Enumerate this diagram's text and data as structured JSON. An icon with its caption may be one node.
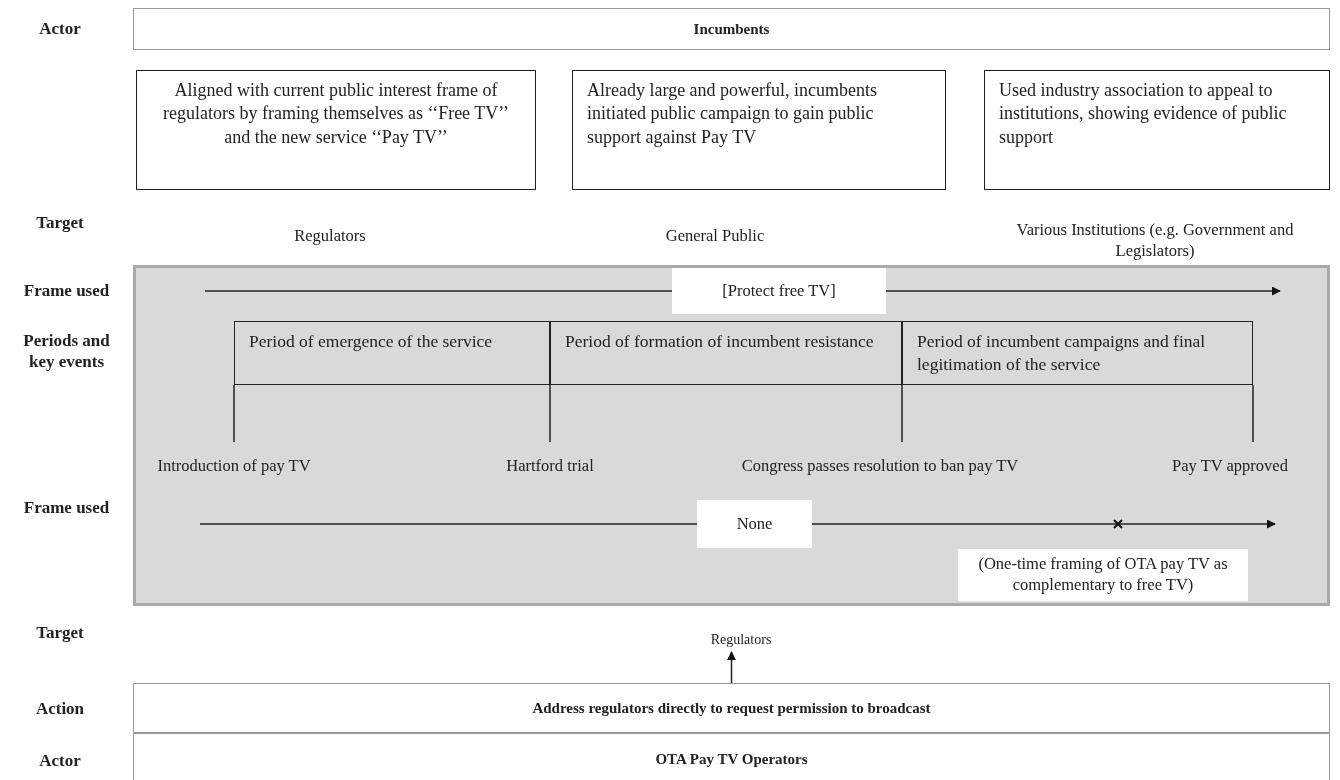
{
  "diagram": {
    "nodes": [
      {
        "text": [
          "Incumbents"
        ]
      },
      {
        "text": [
          "Aligned with current public interest frame of regulators by framing themselves as ‘‘Free TV’’ and the new service ‘‘Pay TV’’"
        ]
      },
      {
        "text": [
          "Already large and powerful, incumbents initiated public campaign to gain public support against Pay TV"
        ]
      },
      {
        "text": [
          "Used industry association to appeal to institutions, showing evidence of public support"
        ]
      },
      {
        "text": [],
        "shape": "box"
      },
      {
        "text": [
          "[Protect free TV]"
        ],
        "in": 4
      },
      {
        "text": [
          "Period of emergence of the service"
        ],
        "in": 4
      },
      {
        "text": [
          "Period of formation of incumbent resistance"
        ],
        "in": 4
      },
      {
        "text": [
          "Period of incumbent campaigns and final legitimation of the service"
        ],
        "in": 4
      },
      {
        "text": [
          "Introduction of pay TV"
        ],
        "in": 4
      },
      {
        "text": [
          "Hartford trial"
        ],
        "in": 4
      },
      {
        "text": [
          "Congress passes resolution to ban pay TV"
        ],
        "in": 4
      },
      {
        "text": [
          "Pay TV approved"
        ],
        "in": 4
      },
      {
        "text": [
          "None"
        ],
        "in": 4
      },
      {
        "text": [
          "(One-time framing of OTA pay TV as complementary to free TV)"
        ],
        "in": 4
      },
      {
        "text": [
          "Regulators"
        ]
      },
      {
        "text": [
          "Address regulators directly to request permission to broadcast"
        ]
      },
      {
        "text": [
          "OTA Pay TV Operators"
        ]
      }
    ],
    "edges": [
      {
        "from": null,
        "to": 5,
        "arrow": "none"
      },
      {
        "from": 5,
        "to": null,
        "arrow": "to"
      },
      {
        "from": 6,
        "to": 9,
        "arrow": "none"
      },
      {
        "from": 7,
        "to": 10,
        "arrow": "none"
      },
      {
        "from": 8,
        "to": 11,
        "arrow": "none"
      },
      {
        "from": 8,
        "to": 12,
        "arrow": "none"
      },
      {
        "from": null,
        "to": 13,
        "arrow": "none"
      },
      {
        "from": 13,
        "to": null,
        "arrow": "to"
      },
      {
        "from": 16,
        "to": 15,
        "arrow": "to"
      }
    ],
    "labels": [
      "Actor",
      "Target",
      "Regulators",
      "General Public",
      "Various Institutions (e.g. Government and Legislators)",
      "Frame used",
      "Periods and key events",
      "Frame used",
      "Target",
      "Action",
      "Actor"
    ]
  }
}
